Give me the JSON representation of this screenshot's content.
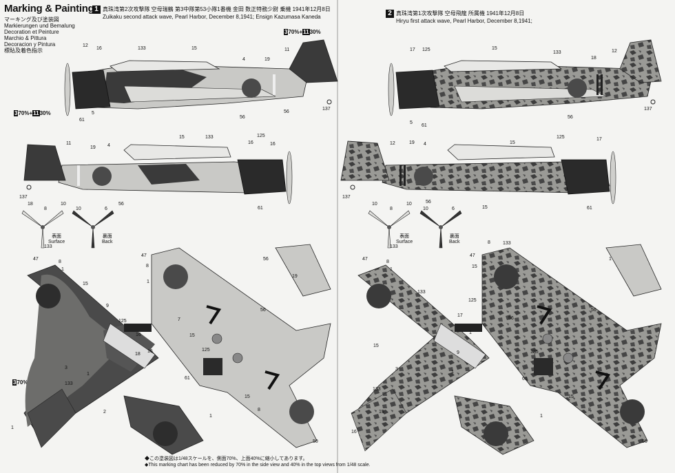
{
  "header": {
    "title": "Marking & Painting",
    "languages": [
      "マーキング及び塗装図",
      "Markierungen und Bemalung",
      "Decoration et Peinture",
      "Marchio & Pittura",
      "Decoracion y Pintura",
      "標貼及着色指示"
    ]
  },
  "schemes": [
    {
      "number": "1",
      "title_jp": "真珠湾第2次攻撃隊 空母瑞鶴 第3中隊第53小隊1番機 金田 数正特務少尉 乗機 1941年12月8日",
      "title_en": "Zuikaku second attack wave, Pearl Harbor, December 8,1941; Ensign Kazumasa Kaneda",
      "ratio_a": "70%",
      "ratio_b": "30%",
      "code_a": "3",
      "code_b": "11"
    },
    {
      "number": "2",
      "title_jp": "真珠湾第1次攻撃隊 空母飛龍 所属機 1941年12月8日",
      "title_en": "Hiryu first attack wave, Pearl Harbor, December 8,1941;"
    }
  ],
  "propeller": {
    "surface_jp": "表面",
    "surface_en": "Surface",
    "back_jp": "裏面",
    "back_en": "Back"
  },
  "footer": {
    "note_jp": "◆この塗装図は1/48スケールを、側面70%、上面40%に縮小してあります。",
    "note_en": "◆This marking chart has been reduced by 70% in the side view and 40% in the top views from 1/48 scale."
  },
  "colors": {
    "dark_green": "#3a3a3a",
    "light_gray": "#c9c9c6",
    "mid_gray": "#8f8f8c",
    "hinomaru": "#4a4a4a"
  },
  "callouts": {
    "s1_side1": [
      "133",
      "15",
      "12",
      "16",
      "4",
      "19",
      "11",
      "5",
      "61",
      "56",
      "56",
      "137"
    ],
    "s1_side2": [
      "11",
      "19",
      "4",
      "15",
      "133",
      "16",
      "125",
      "16",
      "137",
      "56",
      "61"
    ],
    "s2_side1": [
      "17",
      "125",
      "15",
      "133",
      "18",
      "12",
      "5",
      "61",
      "56",
      "137"
    ],
    "s2_side2": [
      "12",
      "19",
      "4",
      "15",
      "125",
      "17",
      "137",
      "56",
      "15",
      "61"
    ],
    "s1_top1": [
      "47",
      "8",
      "1",
      "15",
      "9",
      "125",
      "16",
      "3",
      "1",
      "18",
      "133",
      "2",
      "1",
      "16"
    ],
    "s1_top2": [
      "47",
      "8",
      "1",
      "56",
      "19",
      "7",
      "15",
      "125",
      "61",
      "15",
      "56",
      "1",
      "8",
      "50"
    ],
    "s2_top1": [
      "47",
      "8",
      "1",
      "133",
      "15",
      "125",
      "17",
      "1",
      "9",
      "3",
      "1",
      "133",
      "15",
      "16"
    ],
    "s2_top2": [
      "47",
      "8",
      "133",
      "15",
      "1",
      "56",
      "7",
      "125",
      "61",
      "15",
      "56",
      "1",
      "8",
      "56"
    ],
    "prop_s1": [
      "18",
      "8",
      "10",
      "10",
      "6",
      "133"
    ],
    "prop_s2": [
      "10",
      "8",
      "10",
      "10",
      "6",
      "133"
    ]
  }
}
